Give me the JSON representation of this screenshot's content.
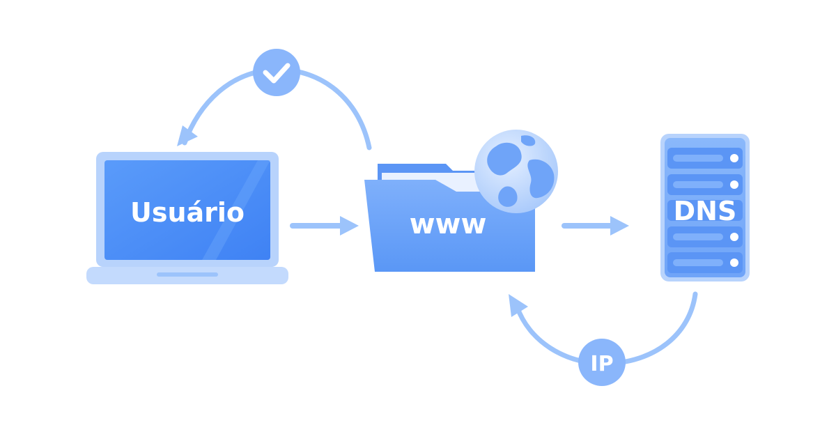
{
  "diagram": {
    "laptop_label": "Usuário",
    "folder_label": "www",
    "server_label": "DNS",
    "return_badge_label": "IP",
    "check_icon": "check-icon",
    "globe_icon": "globe-icon"
  },
  "colors": {
    "primary": "#4f8ff7",
    "arrow": "#9cc3fb",
    "light": "#c7dcfd",
    "badge": "#8ab6fb",
    "background": "#ffffff"
  }
}
